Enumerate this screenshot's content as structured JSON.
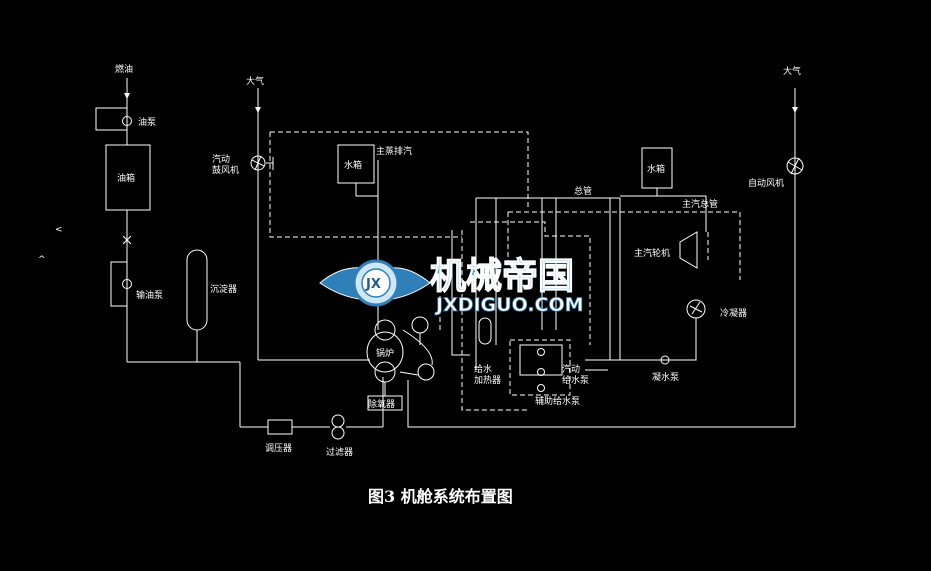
{
  "labels": {
    "fuel_in": "燃油",
    "fuel_pump_top": "油泵",
    "fuel_tank": "油箱",
    "transfer_pump": "输油泵",
    "air_left": "大气",
    "steam_fan": "汽动\n鼓风机",
    "water_tank_left": "水箱",
    "main_exhaust": "主蒸排汽",
    "water_tank_right": "水箱",
    "header_pipe": "总管",
    "main_steam_pipe": "主汽总管",
    "air_right": "大气",
    "auto_fan": "自动风机",
    "main_turbine": "主汽轮机",
    "condenser": "冷凝器",
    "settling_tank": "沉淀器",
    "boiler": "锅炉",
    "feed_heater": "给水\n加热器",
    "turbo_pump": "汽动\n给水泵",
    "feed_water_pump": "辅助给水泵",
    "condensate_pump": "凝水泵",
    "deaerator": "除氧器",
    "regulator": "调压器",
    "filter": "过滤器"
  },
  "watermark": {
    "cn": "机械帝国",
    "en": "JXDIGUO.COM",
    "badge": "JX"
  },
  "caption": "图3 机舱系统布置图",
  "colors": {
    "background": "#000000",
    "line": "#ffffff",
    "watermark_blue": "#3aa7e6"
  }
}
